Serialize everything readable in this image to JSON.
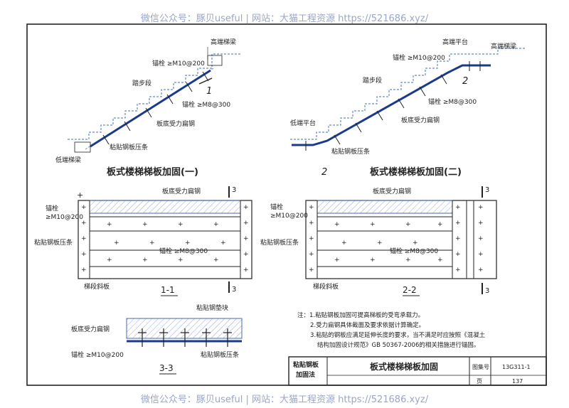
{
  "watermark": {
    "top": "微信公众号：豚贝useful | 网站：大猫工程资源 https://521686.xyz/",
    "bottom": "微信公众号：豚贝useful | 网站：大猫工程资源 https://521686.xyz/"
  },
  "fig1": {
    "title": "板式楼梯梯板加固(一)",
    "section_mark": "1",
    "labels": {
      "high_beam": "高端梯梁",
      "anchor_top": "锚栓 ≥M10@200",
      "step": "踏步段",
      "anchor_mid": "锚栓 ≥M8@300",
      "flat_steel": "板底受力扁钢",
      "strip": "粘贴钢板压条",
      "low_beam": "低端梯梁"
    }
  },
  "fig2": {
    "title": "板式楼梯梯板加固(二)",
    "section_mark": "2",
    "labels": {
      "high_platform": "高端平台",
      "high_beam": "高端梯梁",
      "anchor_top": "锚栓 ≥M10@200",
      "step": "踏步段",
      "anchor_mid": "锚栓 ≥M8@300",
      "flat_steel": "板底受力扁钢",
      "low_platform": "低端平台",
      "strip": "粘贴钢板压条"
    }
  },
  "sec11": {
    "label": "1-1",
    "mark": "3",
    "labels": {
      "flat_steel": "板底受力扁钢",
      "anchor": "锚栓",
      "anchor_spec": "≥M10@200",
      "strip": "粘贴钢板压条",
      "anchor_mid": "锚栓 ≥M8@300",
      "slab": "梯段斜板"
    }
  },
  "sec22": {
    "label": "2-2",
    "mark": "3",
    "labels": {
      "flat_steel": "板底受力扁钢",
      "anchor": "锚栓",
      "anchor_spec": "≥M10@200",
      "strip": "粘贴钢板压条",
      "anchor_mid": "锚栓 ≥M8@300",
      "slab": "梯段斜板"
    }
  },
  "sec33": {
    "label": "3-3",
    "labels": {
      "pad": "粘贴钢垫块",
      "flat_steel": "板底受力扁钢",
      "anchor": "锚栓 ≥M10@200",
      "strip": "粘贴钢板压条"
    }
  },
  "notes": {
    "l1": "注：1.粘贴钢板加固可提高梯板的受弯承载力。",
    "l2": "2.受力扁钢具体截面及要求依据计算确定。",
    "l3": "3.粘贴的钢板应满足延伸长度的要求，当不满足时应按照《混凝土",
    "l4": "结构加固设计规范》GB 50367-2006的相关措施进行锚固。"
  },
  "titleblock": {
    "method1": "粘贴钢板",
    "method2": "加固法",
    "title": "板式楼梯梯板加固",
    "atlas_label": "图集号",
    "atlas_no": "13G311-1",
    "page_label": "页",
    "page_no": "137"
  }
}
